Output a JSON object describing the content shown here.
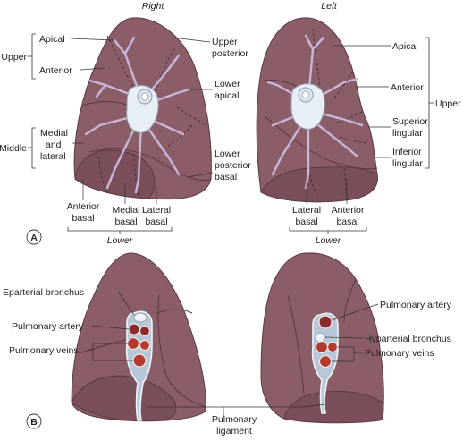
{
  "panel_a": {
    "marker": "A",
    "side_right": "Right",
    "side_left": "Left",
    "right_labels": {
      "apical": "Apical",
      "anterior": "Anterior",
      "upper_posterior_1": "Upper",
      "upper_posterior_2": "posterior",
      "lower_apical_1": "Lower",
      "lower_apical_2": "apical",
      "medial_lateral_1": "Medial",
      "medial_lateral_2": "and",
      "medial_lateral_3": "lateral",
      "lower_posterior_basal_1": "Lower",
      "lower_posterior_basal_2": "posterior",
      "lower_posterior_basal_3": "basal",
      "anterior_basal_1": "Anterior",
      "anterior_basal_2": "basal",
      "medial_basal_1": "Medial",
      "medial_basal_2": "basal",
      "lateral_basal_1": "Lateral",
      "lateral_basal_2": "basal",
      "group_upper": "Upper",
      "group_middle": "Middle",
      "group_lower": "Lower"
    },
    "left_labels": {
      "apical": "Apical",
      "anterior": "Anterior",
      "superior_lingular_1": "Superior",
      "superior_lingular_2": "lingular",
      "inferior_lingular_1": "Inferior",
      "inferior_lingular_2": "lingular",
      "lateral_basal_1": "Lateral",
      "lateral_basal_2": "basal",
      "anterior_basal_1": "Anterior",
      "anterior_basal_2": "basal",
      "group_upper": "Upper",
      "group_lower": "Lower"
    }
  },
  "panel_b": {
    "marker": "B",
    "eparterial_bronchus": "Eparterial bronchus",
    "pulmonary_artery_right": "Pulmonary artery",
    "pulmonary_veins_right": "Pulmonary veins",
    "pulmonary_ligament_1": "Pulmonary",
    "pulmonary_ligament_2": "ligament",
    "pulmonary_artery_left": "Pulmonary artery",
    "hyparterial_bronchus": "Hyparterial bronchus",
    "pulmonary_veins_left": "Pulmonary veins"
  },
  "colors": {
    "lung_surface": "#8a5d67",
    "lung_outline": "#5a3a42",
    "bronchial_tree": "#c8b6dc",
    "artery": "#8a2a2a",
    "vein": "#b23a2e"
  }
}
